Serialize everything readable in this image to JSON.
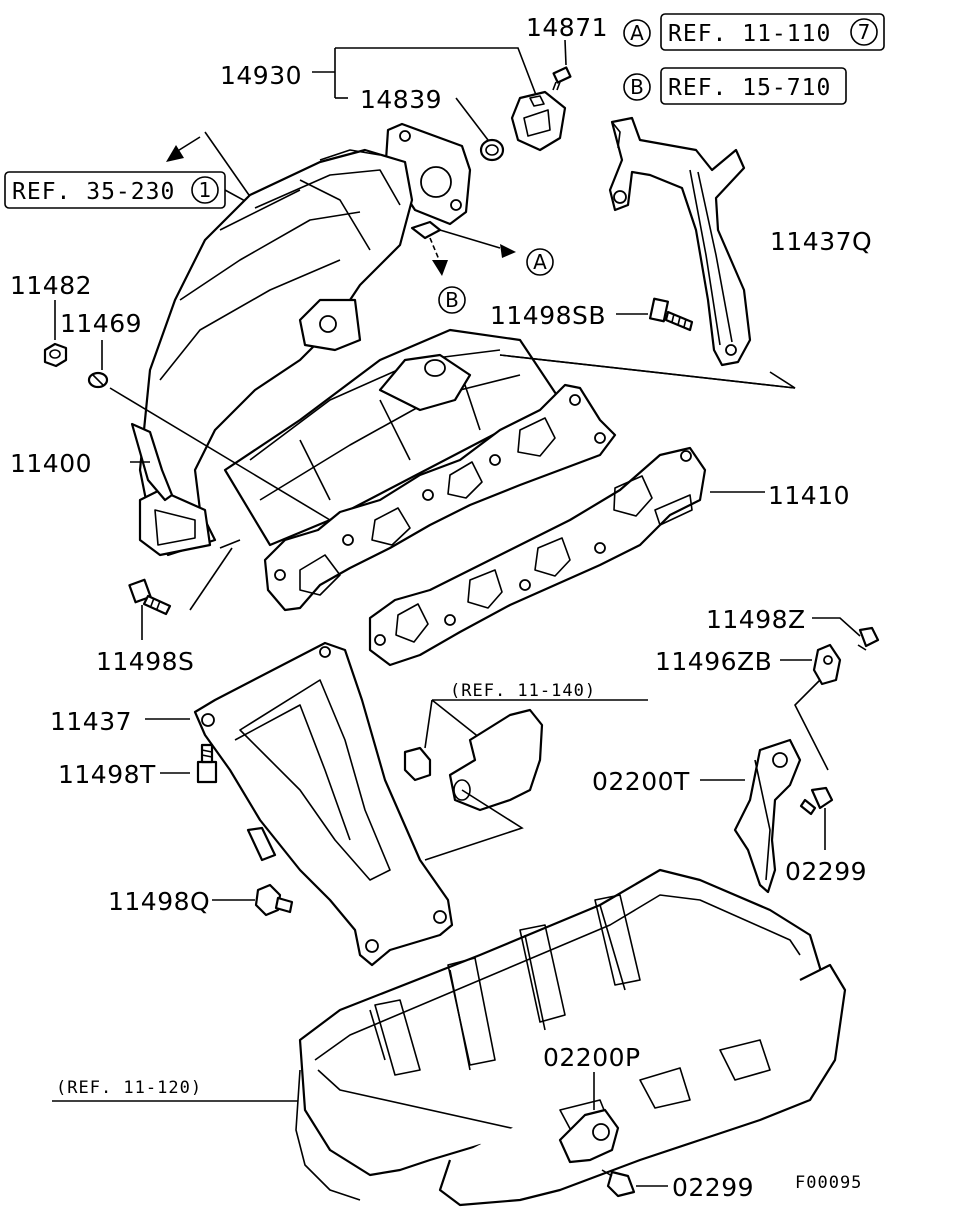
{
  "figure_code": "F00095",
  "legend": [
    {
      "letter": "A",
      "ref_text": "REF. 11-110",
      "ref_circled": "7"
    },
    {
      "letter": "B",
      "ref_text": "REF. 15-710",
      "ref_circled": ""
    }
  ],
  "refs": {
    "ref_35_230_text": "REF. 35-230",
    "ref_35_230_circled": "1",
    "ref_11_140": "(REF. 11-140)",
    "ref_11_120": "(REF. 11-120)"
  },
  "connectors": {
    "a": "A",
    "b": "B"
  },
  "parts": {
    "p14871": "14871",
    "p14930": "14930",
    "p14839": "14839",
    "p11437q": "11437Q",
    "p11482": "11482",
    "p11469": "11469",
    "p11498sb": "11498SB",
    "p11400": "11400",
    "p11410": "11410",
    "p11498s": "11498S",
    "p11498z": "11498Z",
    "p11496zb": "11496ZB",
    "p11437": "11437",
    "p11498t": "11498T",
    "p02200t": "02200T",
    "p02299_upper": "02299",
    "p11498q": "11498Q",
    "p02200p": "02200P",
    "p02299_lower": "02299"
  }
}
